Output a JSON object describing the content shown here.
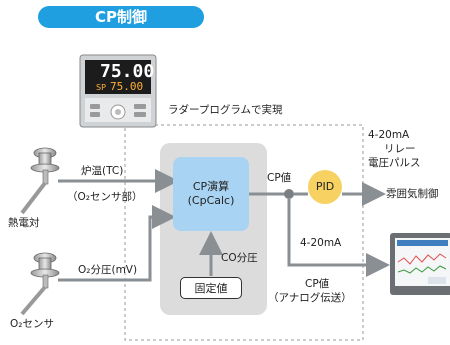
{
  "title": "CP制御",
  "labels": {
    "ladder": "ラダープログラムで実現",
    "furnace_temp": "炉温(TC)",
    "o2_sensor_part": "（O₂センサ部）",
    "thermocouple": "熱電対",
    "o2_partial_pressure": "O₂分圧(mV)",
    "o2_sensor": "O₂センサ",
    "cp_calc_line1": "CP演算",
    "cp_calc_line2": "(CpCalc)",
    "co_partial": "CO分圧",
    "fixed_value": "固定値",
    "cp_value_top": "CP値",
    "pid": "PID",
    "atmosphere_control": "雰囲気制御",
    "out_line1": "4-20mA",
    "out_line2": "リレー",
    "out_line3": "電圧パルス",
    "analog_ma": "4-20mA",
    "cp_value_bottom": "CP値",
    "analog_transmit": "（アナログ伝送）"
  },
  "controller": {
    "pv_value": "75.00",
    "sp_value": "75.00",
    "sp_tag": "SP"
  },
  "colors": {
    "title_bg": "#1f9fe0",
    "cp_box": "#a9d3f2",
    "pid": "#f7d262",
    "ladder_frame": "#dcdcdc",
    "arrow": "#8a8f94"
  }
}
